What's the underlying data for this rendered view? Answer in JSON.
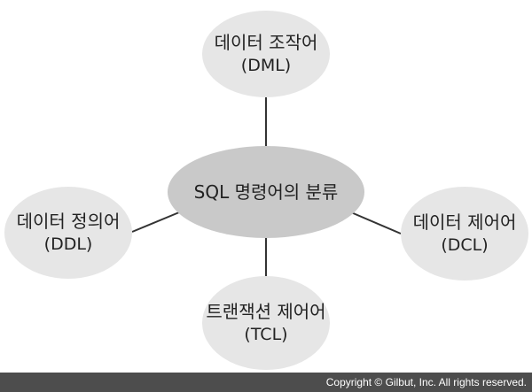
{
  "diagram": {
    "center": {
      "label": "SQL 명령어의 분류"
    },
    "nodes": {
      "dml": {
        "name": "데이터 조작어",
        "abbr": "(DML)"
      },
      "ddl": {
        "name": "데이터 정의어",
        "abbr": "(DDL)"
      },
      "dcl": {
        "name": "데이터 제어어",
        "abbr": "(DCL)"
      },
      "tcl": {
        "name": "트랜잭션 제어어",
        "abbr": "(TCL)"
      }
    }
  },
  "footer": {
    "copyright": "Copyright © Gilbut, Inc. All rights reserved."
  },
  "colors": {
    "center_fill": "#c9c9c9",
    "node_fill": "#e6e6e6",
    "connector": "#333333",
    "footer_bg": "#4d4d4d"
  }
}
